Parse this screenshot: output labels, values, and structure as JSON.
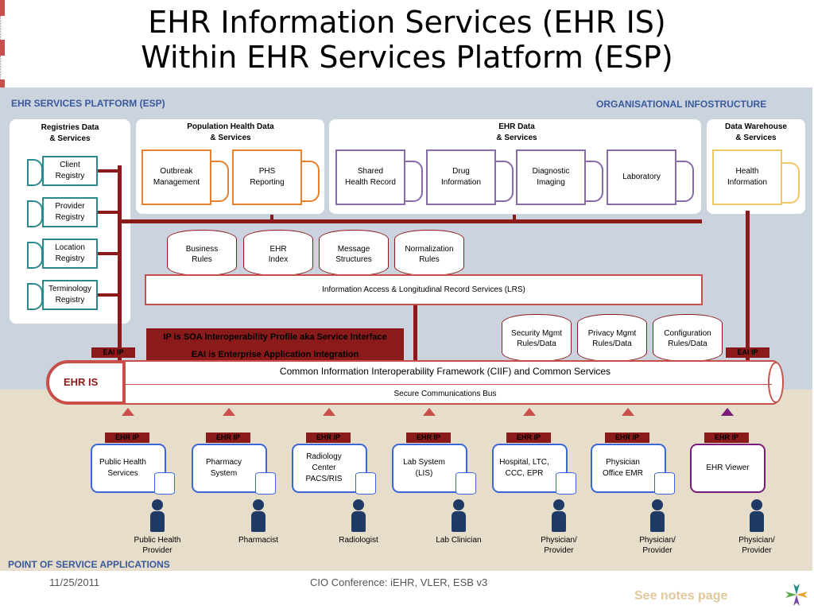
{
  "title": {
    "line1": "EHR Information Services  (EHR IS)",
    "line2": "Within EHR Services Platform (ESP)"
  },
  "zones": {
    "esp": "EHR SERVICES PLATFORM (ESP)",
    "org": "ORGANISATIONAL INFOSTRUCTURE",
    "pos": "POINT OF SERVICE APPLICATIONS"
  },
  "registries": {
    "title": "Registries Data\n& Services",
    "items": [
      "Client\nRegistry",
      "Provider\nRegistry",
      "Location\nRegistry",
      "Terminology\nRegistry"
    ]
  },
  "population": {
    "title": "Population Health Data\n& Services",
    "items": [
      "Outbreak\nManagement",
      "PHS\nReporting"
    ]
  },
  "ehrdata": {
    "title": "EHR Data\n& Services",
    "items": [
      "Shared\nHealth Record",
      "Drug\nInformation",
      "Diagnostic\nImaging",
      "Laboratory"
    ]
  },
  "warehouse": {
    "title": "Data Warehouse\n& Services",
    "item": "Health\nInformation"
  },
  "databases": [
    "Business\nRules",
    "EHR\nIndex",
    "Message\nStructures",
    "Normalization\nRules"
  ],
  "lrs": "Information Access & Longitudinal Record Services (LRS)",
  "rules": [
    "Security Mgmt\nRules/Data",
    "Privacy Mgmt\nRules/Data",
    "Configuration\nRules/Data"
  ],
  "notes": [
    "IP is SOA Interoperability Profile aka Service Interface",
    "EAI is Enterprise Application Integration"
  ],
  "eai": "EAI IP",
  "ehris": "EHR IS",
  "ciif": "Common Information Interoperability Framework (CIIF) and Common Services",
  "bus": "Secure Communications Bus",
  "ehrip": "EHR IP",
  "apps": [
    "Public Health\nServices",
    "Pharmacy\nSystem",
    "Radiology\nCenter\nPACS/RIS",
    "Lab System\n(LIS)",
    "Hospital, LTC,\nCCC, EPR",
    "Physician\nOffice EMR",
    "EHR Viewer"
  ],
  "people": [
    "Public Health\nProvider",
    "Pharmacist",
    "Radiologist",
    "Lab Clinician",
    "Physician/\nProvider",
    "Physician/\nProvider",
    "Physician/\nProvider"
  ],
  "footer": {
    "date": "11/25/2011",
    "conference": "CIO Conference: iEHR, VLER, ESB v3",
    "notes": "See notes page"
  },
  "colors": {
    "registry": "#2a8a8c",
    "population": "#e8802a",
    "ehrdata": "#8a6aa8",
    "warehouse": "#f2c66a",
    "bar": "#8b1a1a",
    "pos": "#3a66d9",
    "viewer": "#7a1a7a"
  }
}
